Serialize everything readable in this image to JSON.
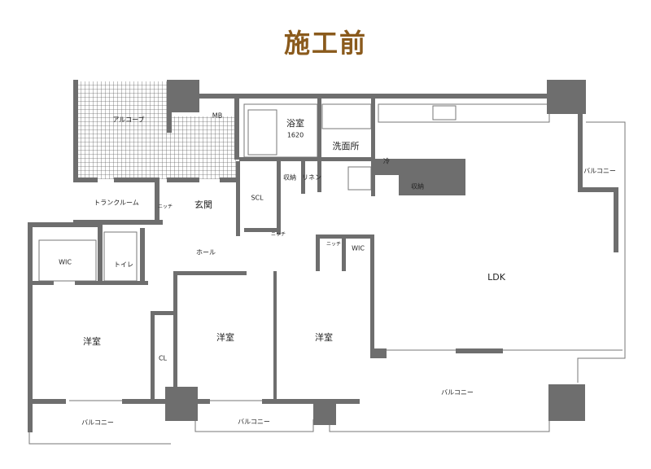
{
  "title": "施工前",
  "rooms": {
    "alcove": "アルコーブ",
    "mb": "MB",
    "bath": "浴室",
    "bath_size": "1620",
    "washroom": "洗面所",
    "storage1": "収納",
    "linen": "リネン",
    "scl": "SCL",
    "entrance": "玄関",
    "trunk_room": "トランクルーム",
    "niche1": "ニッチ",
    "niche2": "ニッチ",
    "niche3": "ニッチ",
    "hall": "ホール",
    "toilet": "トイレ",
    "wic1": "WIC",
    "wic2": "WIC",
    "fridge": "冷",
    "storage2": "収納",
    "balcony1": "バルコニー",
    "ldk": "LDK",
    "western1": "洋室",
    "western2": "洋室",
    "western3": "洋室",
    "cl": "CL",
    "balcony2": "バルコニー",
    "balcony3": "バルコニー",
    "balcony4": "バルコニー"
  },
  "colors": {
    "title": "#8a5a1c",
    "wall": "#6e6e6e"
  }
}
